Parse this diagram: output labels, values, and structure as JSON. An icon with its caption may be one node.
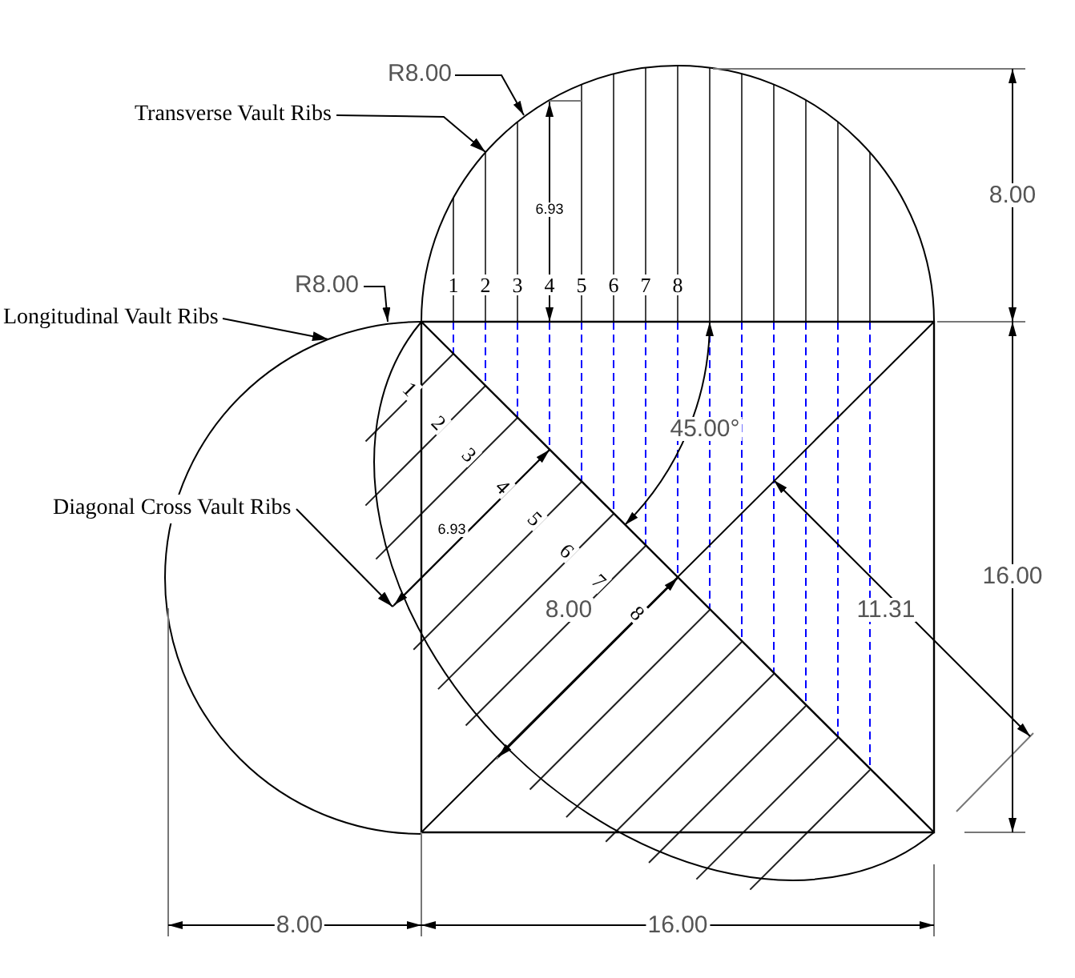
{
  "diagram": {
    "nodes": [
      {
        "text": [
          "Transverse Vault Ribs"
        ]
      },
      {
        "text": [
          "Longitudinal Vault Ribs"
        ]
      },
      {
        "text": [
          "Diagonal Cross Vault Ribs"
        ]
      }
    ],
    "edges": [
      {
        "from": 0,
        "to": null,
        "arrow": "to"
      },
      {
        "from": 1,
        "to": null,
        "arrow": "to"
      },
      {
        "from": 2,
        "to": null,
        "arrow": "to"
      }
    ],
    "labels": [
      "R8.00",
      "8.00",
      "6.93",
      "R8.00",
      "1",
      "2",
      "3",
      "4",
      "5",
      "6",
      "7",
      "8",
      "45.00°",
      "16.00",
      "11.31",
      "1",
      "2",
      "3",
      "4",
      "5",
      "6",
      "7",
      "8",
      "6.93",
      "8.00",
      "8.00",
      "16.00"
    ]
  }
}
